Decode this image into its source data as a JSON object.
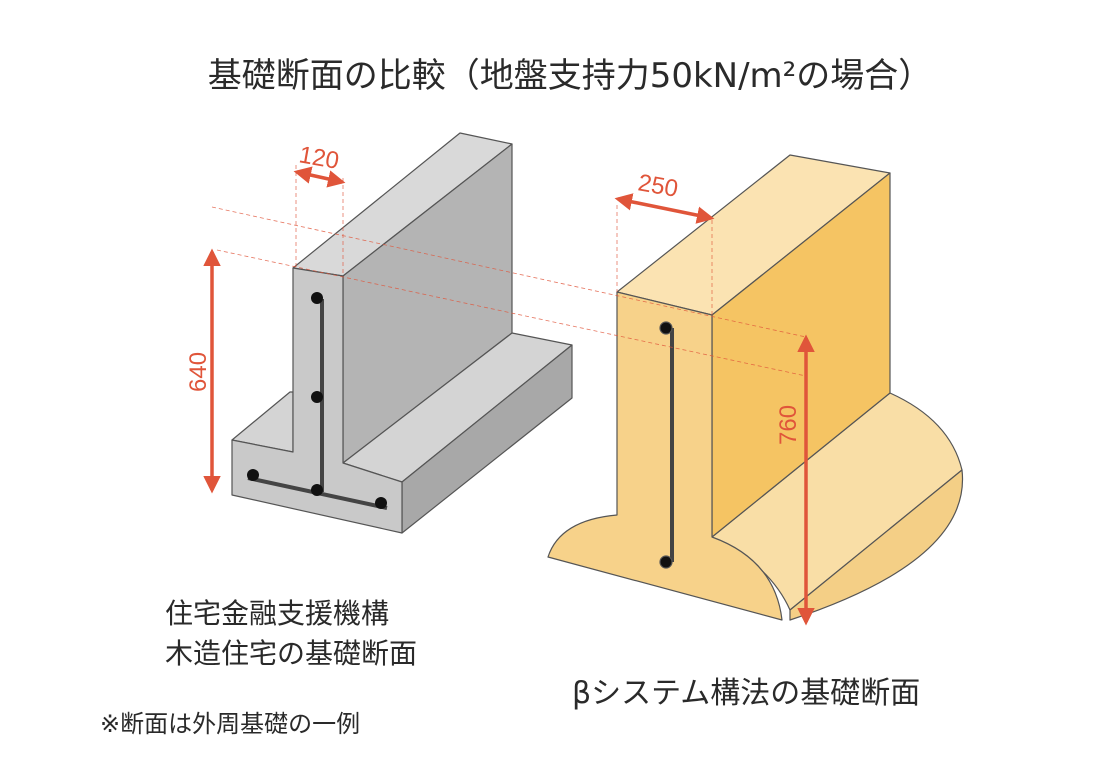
{
  "title": "基礎断面の比較（地盤支持力50kN/m²の場合）",
  "left_block": {
    "label_line1": "住宅金融支援機構",
    "label_line2": "木造住宅の基礎断面",
    "width_dim": "120",
    "height_dim": "640"
  },
  "right_block": {
    "label": "βシステム構法の基礎断面",
    "width_dim": "250",
    "height_dim": "760"
  },
  "note": "※断面は外周基礎の一例",
  "colors": {
    "dimension": "#e0553a",
    "concrete": "#c9c9c9",
    "beta": "#f7d28a"
  }
}
